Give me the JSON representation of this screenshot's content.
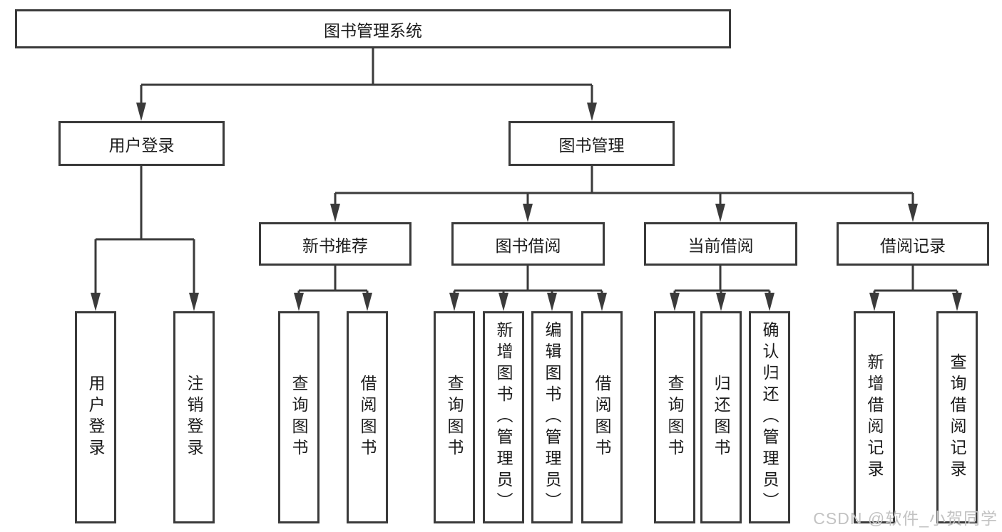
{
  "tree": {
    "label": "图书管理系统",
    "children": [
      {
        "label": "用户登录",
        "children": [
          {
            "label": "用户登录"
          },
          {
            "label": "注销登录"
          }
        ]
      },
      {
        "label": "图书管理",
        "children": [
          {
            "label": "新书推荐",
            "children": [
              {
                "label": "查询图书"
              },
              {
                "label": "借阅图书"
              }
            ]
          },
          {
            "label": "图书借阅",
            "children": [
              {
                "label": "查询图书"
              },
              {
                "label": "新增图书（管理员）"
              },
              {
                "label": "编辑图书（管理员）"
              },
              {
                "label": "借阅图书"
              }
            ]
          },
          {
            "label": "当前借阅",
            "children": [
              {
                "label": "查询图书"
              },
              {
                "label": "归还图书"
              },
              {
                "label": "确认归还（管理员）"
              }
            ]
          },
          {
            "label": "借阅记录",
            "children": [
              {
                "label": "新增借阅记录"
              },
              {
                "label": "查询借阅记录"
              }
            ]
          }
        ]
      }
    ]
  },
  "watermark": {
    "text": "CSDN @软件_小贺同学"
  },
  "colors": {
    "line": "#3a3a3a",
    "text": "#1c1c1c",
    "watermark": "#c2c2c2",
    "background": "#ffffff"
  }
}
